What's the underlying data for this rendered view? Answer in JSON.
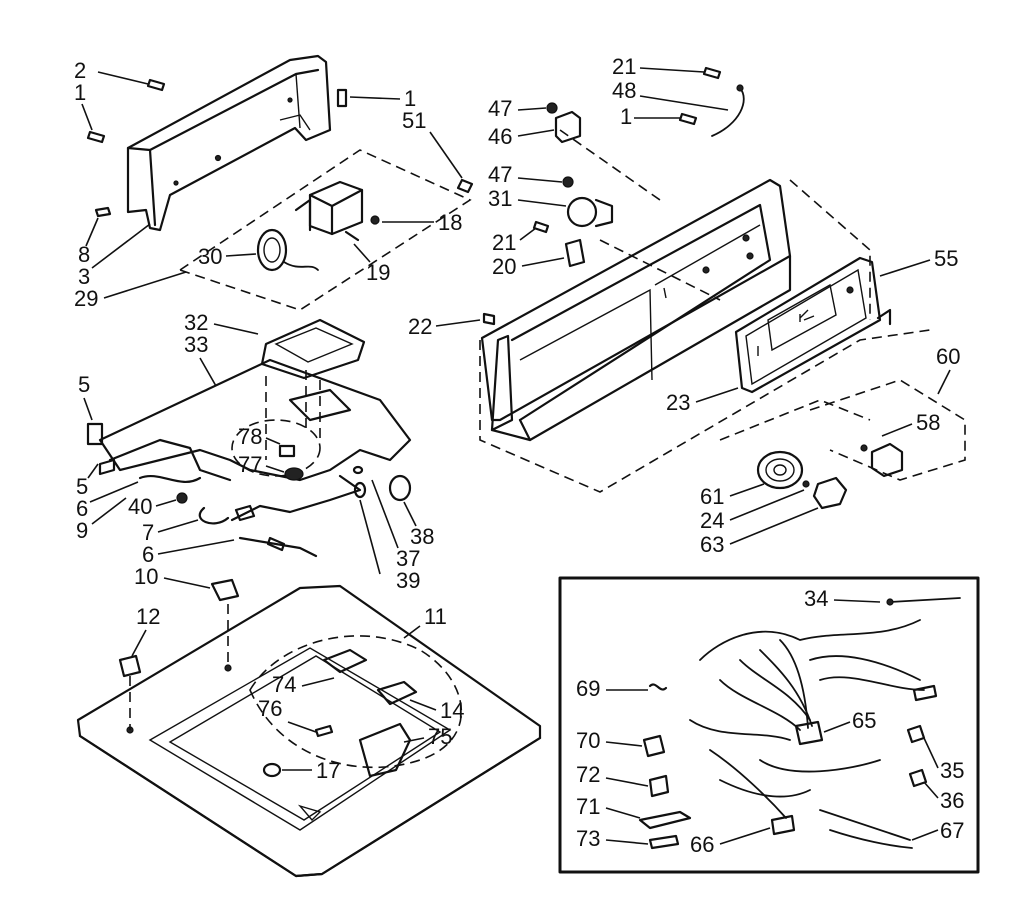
{
  "diagram": {
    "callouts": [
      {
        "id": "c2",
        "label": "2"
      },
      {
        "id": "c1a",
        "label": "1"
      },
      {
        "id": "c1b",
        "label": "1"
      },
      {
        "id": "c51",
        "label": "51"
      },
      {
        "id": "c8",
        "label": "8"
      },
      {
        "id": "c3",
        "label": "3"
      },
      {
        "id": "c29",
        "label": "29"
      },
      {
        "id": "c30",
        "label": "30"
      },
      {
        "id": "c18",
        "label": "18"
      },
      {
        "id": "c19",
        "label": "19"
      },
      {
        "id": "c21a",
        "label": "21"
      },
      {
        "id": "c48",
        "label": "48"
      },
      {
        "id": "c1c",
        "label": "1"
      },
      {
        "id": "c47a",
        "label": "47"
      },
      {
        "id": "c46",
        "label": "46"
      },
      {
        "id": "c47b",
        "label": "47"
      },
      {
        "id": "c31",
        "label": "31"
      },
      {
        "id": "c21b",
        "label": "21"
      },
      {
        "id": "c20",
        "label": "20"
      },
      {
        "id": "c55",
        "label": "55"
      },
      {
        "id": "c22",
        "label": "22"
      },
      {
        "id": "c32",
        "label": "32"
      },
      {
        "id": "c33",
        "label": "33"
      },
      {
        "id": "c60",
        "label": "60"
      },
      {
        "id": "c58",
        "label": "58"
      },
      {
        "id": "c23",
        "label": "23"
      },
      {
        "id": "c5a",
        "label": "5"
      },
      {
        "id": "c78",
        "label": "78"
      },
      {
        "id": "c77",
        "label": "77"
      },
      {
        "id": "c5b",
        "label": "5"
      },
      {
        "id": "c6a",
        "label": "6"
      },
      {
        "id": "c9",
        "label": "9"
      },
      {
        "id": "c40",
        "label": "40"
      },
      {
        "id": "c7",
        "label": "7"
      },
      {
        "id": "c6b",
        "label": "6"
      },
      {
        "id": "c38",
        "label": "38"
      },
      {
        "id": "c37",
        "label": "37"
      },
      {
        "id": "c39",
        "label": "39"
      },
      {
        "id": "c61",
        "label": "61"
      },
      {
        "id": "c24",
        "label": "24"
      },
      {
        "id": "c63",
        "label": "63"
      },
      {
        "id": "c10",
        "label": "10"
      },
      {
        "id": "c11",
        "label": "11"
      },
      {
        "id": "c12",
        "label": "12"
      },
      {
        "id": "c74",
        "label": "74"
      },
      {
        "id": "c76",
        "label": "76"
      },
      {
        "id": "c14",
        "label": "14"
      },
      {
        "id": "c75",
        "label": "75"
      },
      {
        "id": "c17",
        "label": "17"
      },
      {
        "id": "c34",
        "label": "34"
      },
      {
        "id": "c69",
        "label": "69"
      },
      {
        "id": "c65",
        "label": "65"
      },
      {
        "id": "c70",
        "label": "70"
      },
      {
        "id": "c35",
        "label": "35"
      },
      {
        "id": "c72",
        "label": "72"
      },
      {
        "id": "c36",
        "label": "36"
      },
      {
        "id": "c71",
        "label": "71"
      },
      {
        "id": "c67",
        "label": "67"
      },
      {
        "id": "c73",
        "label": "73"
      },
      {
        "id": "c66",
        "label": "66"
      }
    ]
  }
}
